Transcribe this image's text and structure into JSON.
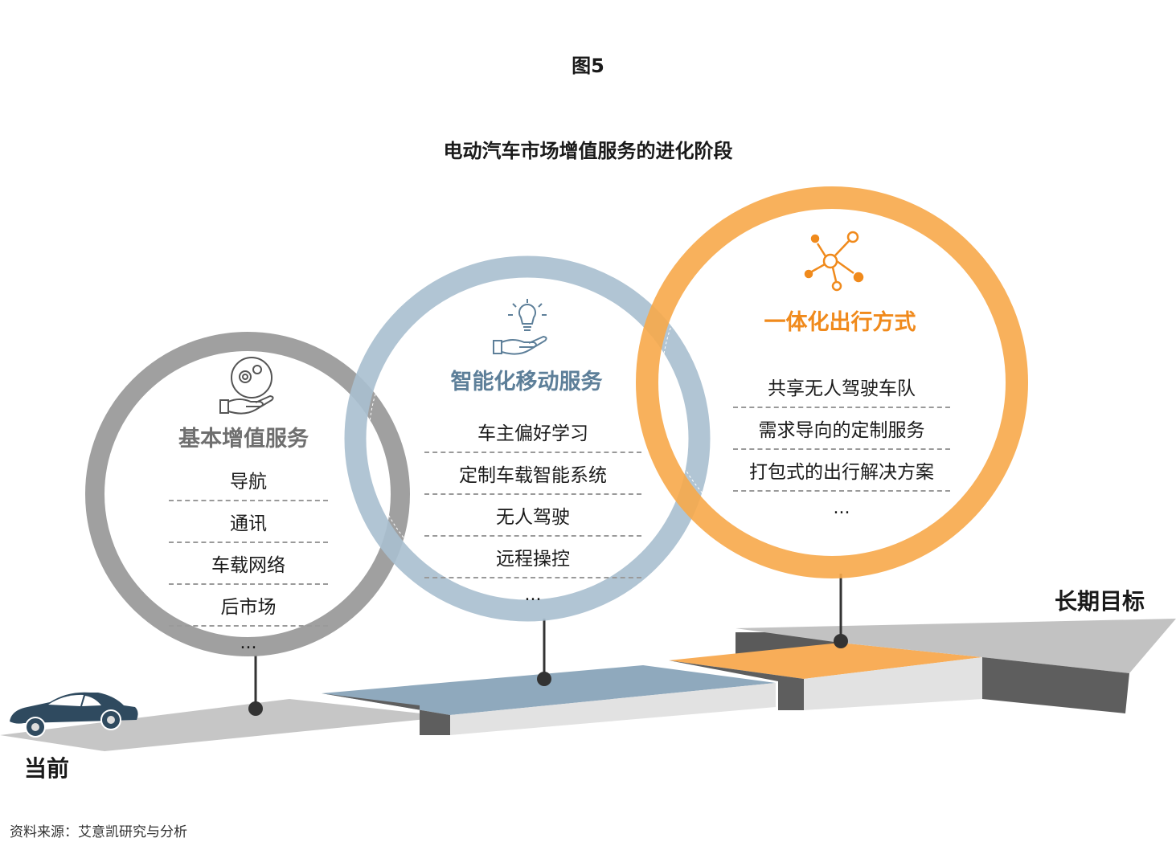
{
  "figure_label": "图5",
  "title": "电动汽车市场增值服务的进化阶段",
  "start_label": "当前",
  "end_label": "长期目标",
  "source": "资料来源：艾意凯研究与分析",
  "colors": {
    "stage1": "#9b9b9b",
    "stage2": "#a9bfcf",
    "stage3": "#f7a84a",
    "stage1_text": "#6f6f6f",
    "stage2_text": "#5d7f99",
    "stage3_text": "#f08a1c",
    "road_light": "#c9c9c9",
    "road_dark": "#666666",
    "car": "#2f4a5f"
  },
  "stages": [
    {
      "title": "基本增值服务",
      "icon": "gears-in-hand-icon",
      "items": [
        "导航",
        "通讯",
        "车载网络",
        "后市场"
      ],
      "more": "..."
    },
    {
      "title": "智能化移动服务",
      "icon": "lightbulb-in-hand-icon",
      "items": [
        "车主偏好学习",
        "定制车载智能系统",
        "无人驾驶",
        "远程操控"
      ],
      "more": "..."
    },
    {
      "title": "一体化出行方式",
      "icon": "network-nodes-icon",
      "items": [
        "共享无人驾驶车队",
        "需求导向的定制服务",
        "打包式的出行解决方案"
      ],
      "more": "..."
    }
  ]
}
